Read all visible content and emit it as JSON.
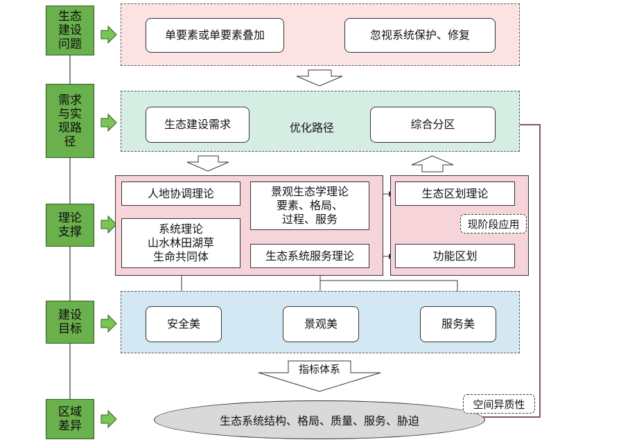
{
  "side_labels": [
    "生态\n建设\n问题",
    "需求\n与实\n现路\n径",
    "理论\n支撑",
    "建设\n目标",
    "区域\n差异"
  ],
  "problems": {
    "left": "单要素或单要素叠加",
    "right": "忽视系统保护、修复"
  },
  "path": {
    "demand": "生态建设需求",
    "optimize": "优化路径",
    "zoning": "综合分区"
  },
  "theory": {
    "human_land": "人地协调理论",
    "landscape": "景观生态学理论\n要素、格局、\n过程、服务",
    "system": "系统理论\n山水林田湖草\n生命共同体",
    "ecoservice": "生态系统服务理论",
    "eco_zoning": "生态区划理论",
    "current_stage": "现阶段应用",
    "functional": "功能区划"
  },
  "goals": [
    "安全美",
    "景观美",
    "服务美"
  ],
  "index_system": "指标体系",
  "regional": {
    "ellipse": "生态系统结构、格局、质量、服务、胁迫",
    "spatial": "空间异质性"
  },
  "colors": {
    "side": "#6ab04c",
    "problem_zone": "#fbe3e3",
    "path_zone": "#d6ede4",
    "theory_zone": "#f7d3da",
    "goal_zone": "#d3e8f3",
    "ellipse": "#d9d9d9",
    "feedback_arrow": "#5a1a2a"
  }
}
